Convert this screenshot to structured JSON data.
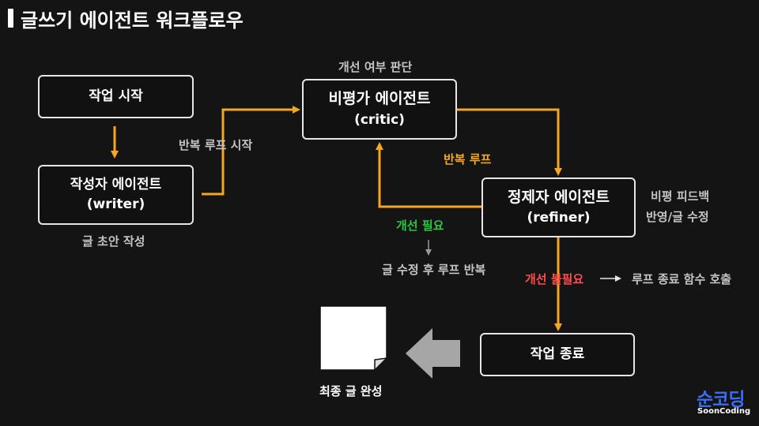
{
  "header": {
    "title": "글쓰기 에이전트 워크플로우"
  },
  "nodes": {
    "start": {
      "label": "작업 시작"
    },
    "writer": {
      "label": "작성자 에이전트",
      "sub": "(writer)"
    },
    "critic": {
      "label": "비평가 에이전트",
      "sub": "(critic)"
    },
    "refiner": {
      "label": "정제자 에이전트",
      "sub": "(refiner)"
    },
    "end": {
      "label": "작업 종료"
    }
  },
  "labels": {
    "writer_note": "글 초안 작성",
    "loop_start": "반복 루프 시작",
    "critic_note": "개선 여부 판단",
    "loop": "반복 루프",
    "refiner_note_1": "비평 피드백",
    "refiner_note_2": "반영/글 수정",
    "needs_improvement": "개선 필요",
    "rewrite_note": "글 수정 후 루프 반복",
    "no_improvement": "개선 불필요",
    "loop_end_note": "루프 종료 함수 호출",
    "final_doc": "최종 글 완성"
  },
  "brand": {
    "name": "순코딩",
    "sub": "SoonCoding"
  },
  "colors": {
    "background": "#141414",
    "arrow": "#f5a623",
    "accent_green": "#27c93f",
    "accent_red": "#ff4d4d",
    "brand_blue": "#3b6cf0"
  }
}
